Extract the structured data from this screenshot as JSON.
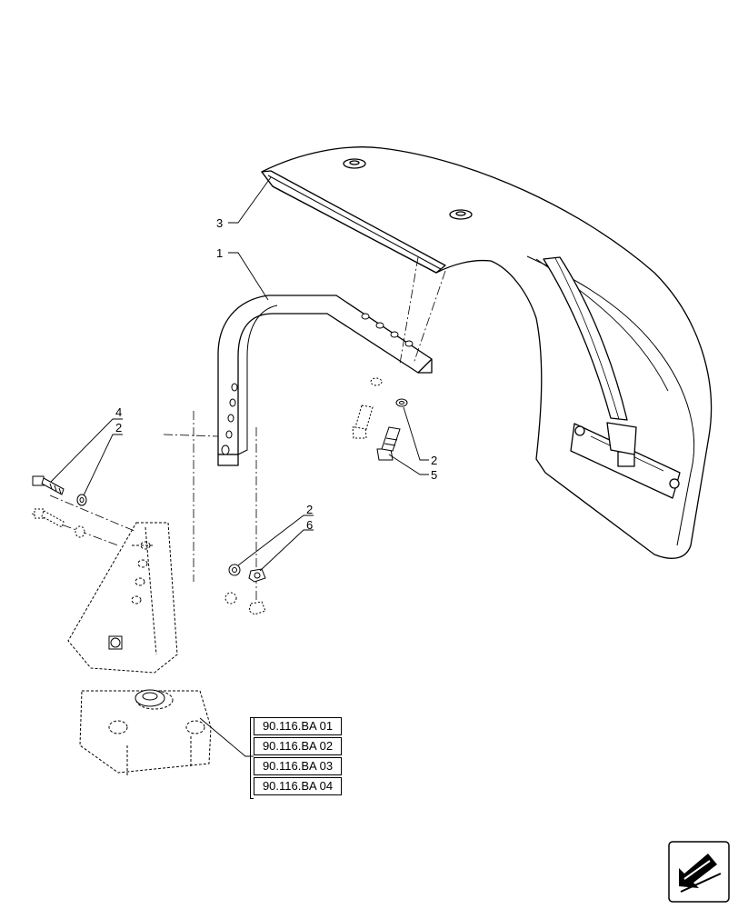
{
  "callouts": [
    {
      "id": "c3",
      "label": "3"
    },
    {
      "id": "c1",
      "label": "1"
    },
    {
      "id": "c4",
      "label": "4"
    },
    {
      "id": "c2a",
      "label": "2"
    },
    {
      "id": "c2b",
      "label": "2"
    },
    {
      "id": "c5",
      "label": "5"
    },
    {
      "id": "c2c",
      "label": "2"
    },
    {
      "id": "c6",
      "label": "6"
    }
  ],
  "references": [
    "90.116.BA 01",
    "90.116.BA 02",
    "90.116.BA 03",
    "90.116.BA 04"
  ],
  "icons": {
    "navigation": "next-page-arrow-icon"
  }
}
